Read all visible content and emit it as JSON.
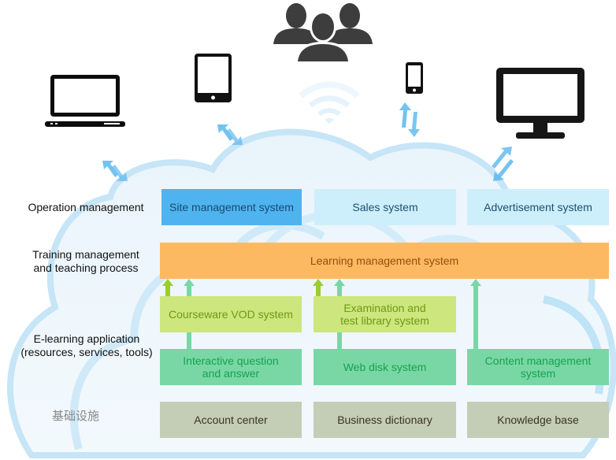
{
  "diagram": {
    "devices": [
      {
        "name": "laptop",
        "icon": "laptop-icon"
      },
      {
        "name": "tablet",
        "icon": "tablet-icon"
      },
      {
        "name": "users",
        "icon": "users-group-icon"
      },
      {
        "name": "wifi",
        "icon": "wifi-icon"
      },
      {
        "name": "phone",
        "icon": "smartphone-icon"
      },
      {
        "name": "monitor",
        "icon": "desktop-monitor-icon"
      }
    ],
    "row_labels": {
      "operation": "Operation management",
      "training_line1": "Training management",
      "training_line2": "and teaching process",
      "elearning_line1": "E-learning application",
      "elearning_line2": "(resources, services, tools)",
      "infrastructure": "基础设施"
    },
    "operation_row": [
      "Site management system",
      "Sales system",
      "Advertisement system"
    ],
    "training_row": "Learning management system",
    "elearning_upper": {
      "courseware": "Courseware VOD system",
      "exam_line1": "Examination and",
      "exam_line2": "test library system"
    },
    "elearning_lower": {
      "interactive_line1": "Interactive question",
      "interactive_line2": "and answer",
      "webdisk": "Web disk system",
      "cms_line1": "Content management",
      "cms_line2": "system"
    },
    "infrastructure_row": [
      "Account center",
      "Business dictionary",
      "Knowledge base"
    ],
    "colors": {
      "site": "#4fb3ef",
      "light_blue": "#cdeffb",
      "lms": "#fdb962",
      "lime": "#cde67e",
      "green": "#79d7a5",
      "gray": "#c4cdb6",
      "cloud": "#bfe3f7"
    }
  }
}
